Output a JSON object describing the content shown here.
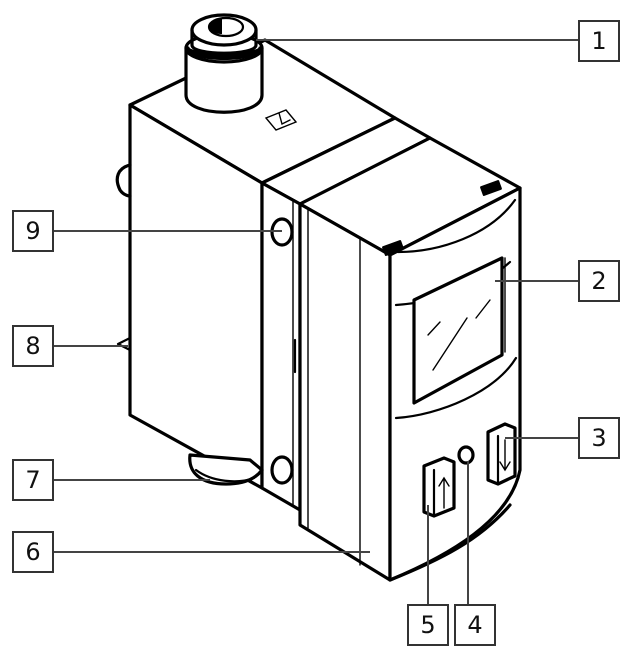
{
  "diagram": {
    "type": "technical-device-illustration",
    "subject": "flow sensor with display, connectors and operating keys",
    "callouts": [
      {
        "id": "1",
        "label": "1"
      },
      {
        "id": "2",
        "label": "2"
      },
      {
        "id": "3",
        "label": "3"
      },
      {
        "id": "4",
        "label": "4"
      },
      {
        "id": "5",
        "label": "5"
      },
      {
        "id": "6",
        "label": "6"
      },
      {
        "id": "7",
        "label": "7"
      },
      {
        "id": "8",
        "label": "8"
      },
      {
        "id": "9",
        "label": "9"
      }
    ],
    "icons": {
      "top_port": "pneumatic-fitting-icon",
      "flow_arrow_mark": "arrow-mark-icon",
      "up_key_arrow": "arrow-up-icon",
      "down_key_arrow": "arrow-down-icon"
    },
    "colors": {
      "line": "#000000",
      "callout_border": "#333333",
      "background": "#ffffff"
    }
  }
}
